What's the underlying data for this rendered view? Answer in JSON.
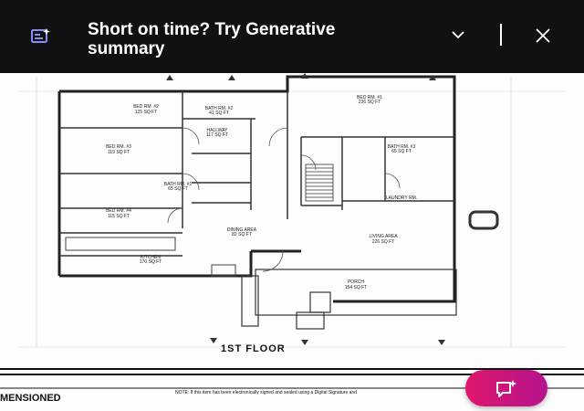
{
  "banner": {
    "title": "Short on time? Try Generative summary",
    "icon": "ai-summary-icon",
    "collapse_icon": "chevron-down-icon",
    "close_icon": "close-icon"
  },
  "plan": {
    "floor_label": "1ST FLOOR",
    "dimension_label": "MENSIONED",
    "note": "NOTE: If this item has been electronically signed and sealed using a Digital Signature and",
    "rooms": [
      {
        "name": "BED RM. #2",
        "area": "125 SQ FT"
      },
      {
        "name": "BATH RM. #2",
        "area": "41 SQ FT"
      },
      {
        "name": "BED RM. #1",
        "area": "236 SQ FT"
      },
      {
        "name": "HALLWAY",
        "area": "117 SQ FT"
      },
      {
        "name": "BED RM. #3",
        "area": "119 SQ FT"
      },
      {
        "name": "BATH RM. #1",
        "area": "65 SQ FT"
      },
      {
        "name": "BATH RM. #3",
        "area": "65 SQ FT"
      },
      {
        "name": "BED RM. #4",
        "area": "115 SQ FT"
      },
      {
        "name": "DINING AREA",
        "area": "82 SQ FT"
      },
      {
        "name": "LIVING AREA",
        "area": "226 SQ FT"
      },
      {
        "name": "LAUNDRY RM.",
        "area": ""
      },
      {
        "name": "KITCHEN",
        "area": "170 SQ FT"
      },
      {
        "name": "PORCH",
        "area": "154 SQ FT"
      }
    ]
  },
  "colors": {
    "banner_bg": "#111114",
    "fab_start": "#e0176b",
    "fab_end": "#b4138e"
  },
  "fab": {
    "icon": "ai-chat-icon"
  }
}
